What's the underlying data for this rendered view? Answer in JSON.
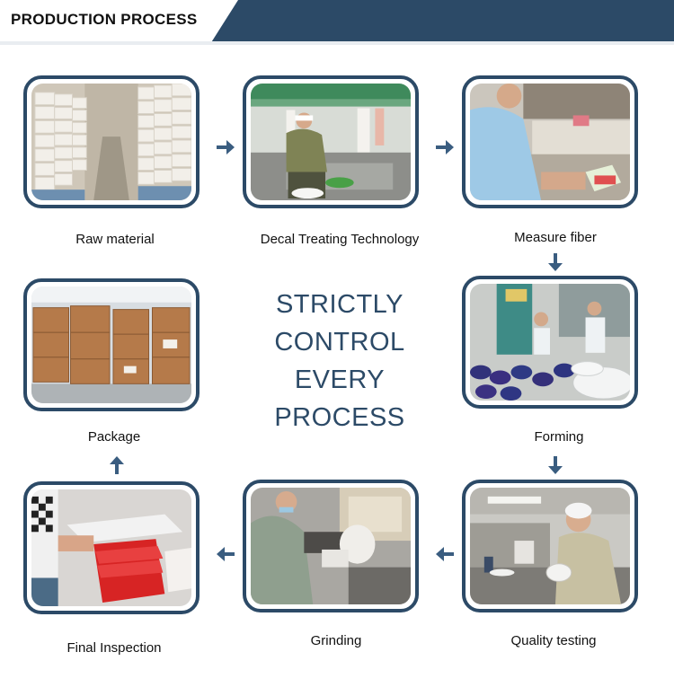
{
  "header": {
    "title": "PRODUCTION PROCESS"
  },
  "slogan": {
    "line1": "STRICTLY",
    "line2": "CONTROL",
    "line3": "EVERY",
    "line4": "PROCESS"
  },
  "steps": [
    {
      "label": "Raw material"
    },
    {
      "label": "Decal Treating Technology"
    },
    {
      "label": "Measure  fiber"
    },
    {
      "label": "Forming"
    },
    {
      "label": "Quality testing"
    },
    {
      "label": "Grinding"
    },
    {
      "label": "Final Inspection"
    },
    {
      "label": "Package"
    }
  ],
  "colors": {
    "accent": "#2c4a67",
    "arrow": "#3a5d80"
  }
}
